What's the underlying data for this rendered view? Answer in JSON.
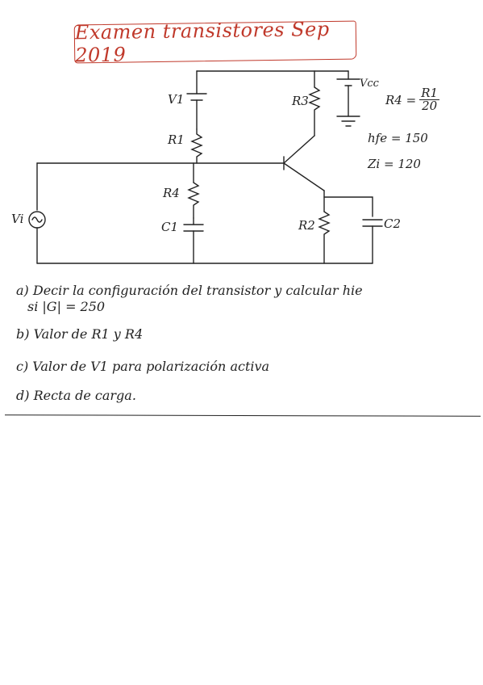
{
  "title": "Examen transistores Sep 2019",
  "colors": {
    "title": "#c0392b",
    "ink": "#222222"
  },
  "circuit": {
    "labels": {
      "v1": "V1",
      "r1": "R1",
      "r4": "R4",
      "c1": "C1",
      "vi": "Vi",
      "r3": "R3",
      "r2": "R2",
      "c2": "C2",
      "vcc": "Vcc"
    },
    "params": {
      "r4_eq_lhs": "R4 =",
      "r4_eq_num": "R1",
      "r4_eq_den": "20",
      "hfe": "hfe = 150",
      "zi": "Zi = 120"
    }
  },
  "questions": {
    "a_line1": "a) Decir la configuración del transistor y calcular hie",
    "a_line2": "si  |G| = 250",
    "b": "b) Valor de R1 y R4",
    "c": "c) Valor de V1 para polarización activa",
    "d": "d) Recta de carga."
  }
}
